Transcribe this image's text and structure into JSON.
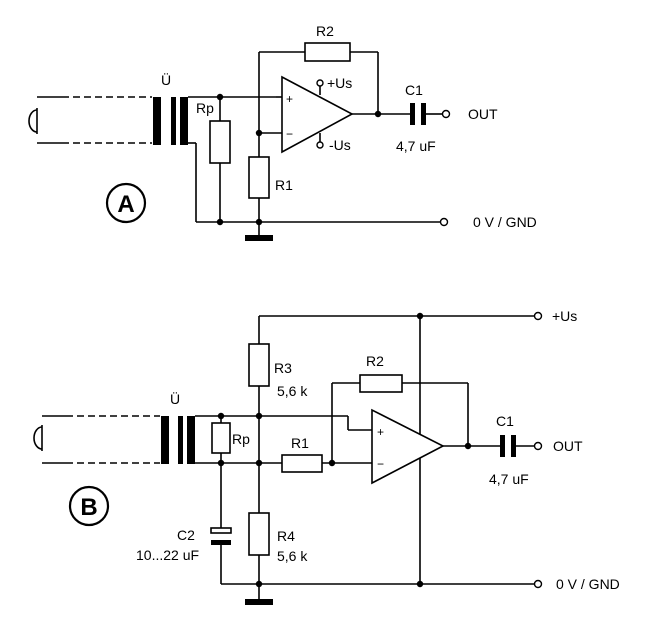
{
  "circuit_a": {
    "badge": "A",
    "transformer": "Ü",
    "resistor_rp": "Rp",
    "resistor_r1": "R1",
    "resistor_r2": "R2",
    "capacitor_c1": "C1",
    "capacitor_c1_value": "4,7 uF",
    "supply_pos": "+Us",
    "supply_neg": "-Us",
    "opamp_plus": "+",
    "opamp_minus": "−",
    "output": "OUT",
    "ground": "0 V / GND"
  },
  "circuit_b": {
    "badge": "B",
    "transformer": "Ü",
    "resistor_rp": "Rp",
    "resistor_r1": "R1",
    "resistor_r2": "R2",
    "resistor_r3": "R3",
    "resistor_r3_value": "5,6 k",
    "resistor_r4": "R4",
    "resistor_r4_value": "5,6 k",
    "capacitor_c1": "C1",
    "capacitor_c1_value": "4,7 uF",
    "capacitor_c2": "C2",
    "capacitor_c2_value": "10...22 uF",
    "supply_pos": "+Us",
    "opamp_plus": "+",
    "opamp_minus": "−",
    "output": "OUT",
    "ground": "0 V / GND"
  }
}
